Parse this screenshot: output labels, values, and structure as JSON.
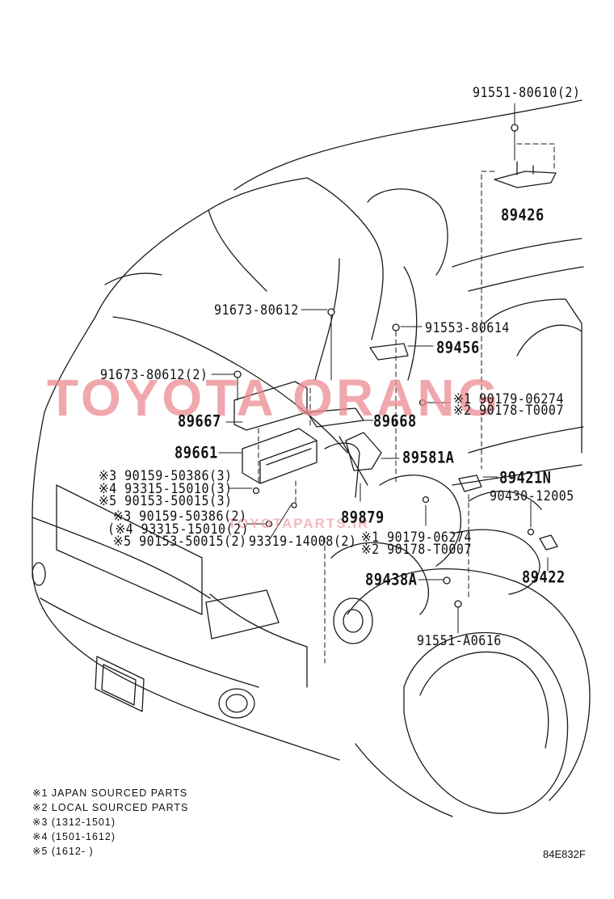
{
  "watermark": {
    "brand": "TOYOTA  ORANG",
    "sub": "TOYOTAPARTS.IR",
    "color": "#e8868c"
  },
  "callouts": {
    "c1": "91551-80610(2)",
    "c2": "89426",
    "c3": "91673-80612",
    "c4": "91553-80614",
    "c5": "89456",
    "c6": "91673-80612(2)",
    "c7": "※1 90179-06274",
    "c8": "※2 90178-T0007",
    "c9": "89667",
    "c10": "89668",
    "c11": "89661",
    "c12": "89581A",
    "c13": "※3 90159-50386(3)",
    "c14": "89421N",
    "c15": "※4 93315-15010(3)",
    "c16": "90430-12005",
    "c17": "※5 90153-50015(3)",
    "c18": "89879",
    "c19": "※3 90159-50386(2)",
    "c20": "(※4 93315-15010(2)",
    "c21": "※5 90153-50015(2)",
    "c22": "93319-14008(2)",
    "c23": "※1 90179-06274",
    "c24": "※2 90178-T0007",
    "c25": "89422",
    "c26": "89438A",
    "c27": "91551-A0616"
  },
  "notes": {
    "n1": "※1 JAPAN SOURCED PARTS",
    "n2": "※2 LOCAL SOURCED PARTS",
    "n3": "※3 (1312-1501)",
    "n4": "※4 (1501-1612)",
    "n5": "※5 (1612-        )"
  },
  "figure_code": "84E832F"
}
